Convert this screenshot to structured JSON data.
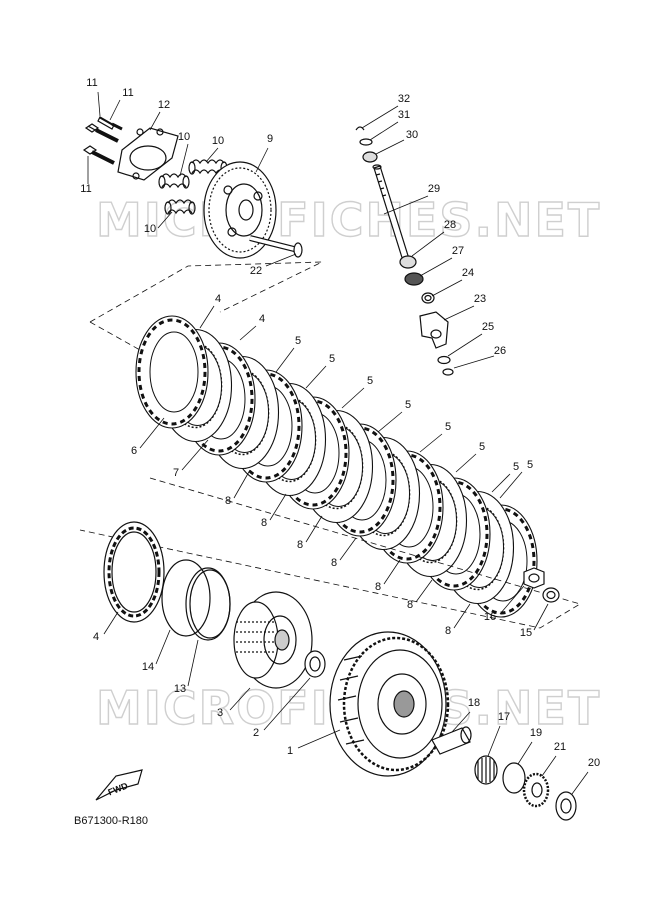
{
  "diagram": {
    "code": "B671300-R180",
    "fwd_label": "FWD",
    "watermark": "MICROFICHES.NET",
    "callouts": [
      {
        "id": "c11a",
        "text": "11"
      },
      {
        "id": "c11b",
        "text": "11"
      },
      {
        "id": "c11c",
        "text": "11"
      },
      {
        "id": "c12",
        "text": "12"
      },
      {
        "id": "c10a",
        "text": "10"
      },
      {
        "id": "c10b",
        "text": "10"
      },
      {
        "id": "c10c",
        "text": "10"
      },
      {
        "id": "c9",
        "text": "9"
      },
      {
        "id": "c22",
        "text": "22"
      },
      {
        "id": "c32",
        "text": "32"
      },
      {
        "id": "c31",
        "text": "31"
      },
      {
        "id": "c30",
        "text": "30"
      },
      {
        "id": "c29",
        "text": "29"
      },
      {
        "id": "c28",
        "text": "28"
      },
      {
        "id": "c27",
        "text": "27"
      },
      {
        "id": "c24",
        "text": "24"
      },
      {
        "id": "c23",
        "text": "23"
      },
      {
        "id": "c25",
        "text": "25"
      },
      {
        "id": "c26",
        "text": "26"
      },
      {
        "id": "c4a",
        "text": "4"
      },
      {
        "id": "c4b",
        "text": "4"
      },
      {
        "id": "c5a",
        "text": "5"
      },
      {
        "id": "c5b",
        "text": "5"
      },
      {
        "id": "c5c",
        "text": "5"
      },
      {
        "id": "c5d",
        "text": "5"
      },
      {
        "id": "c5e",
        "text": "5"
      },
      {
        "id": "c5f",
        "text": "5"
      },
      {
        "id": "c5g",
        "text": "5"
      },
      {
        "id": "c5h",
        "text": "5"
      },
      {
        "id": "c6",
        "text": "6"
      },
      {
        "id": "c7",
        "text": "7"
      },
      {
        "id": "c8a",
        "text": "8"
      },
      {
        "id": "c8b",
        "text": "8"
      },
      {
        "id": "c8c",
        "text": "8"
      },
      {
        "id": "c8d",
        "text": "8"
      },
      {
        "id": "c8e",
        "text": "8"
      },
      {
        "id": "c8f",
        "text": "8"
      },
      {
        "id": "c8g",
        "text": "8"
      },
      {
        "id": "c8h",
        "text": "8"
      },
      {
        "id": "c16",
        "text": "16"
      },
      {
        "id": "c15",
        "text": "15"
      },
      {
        "id": "c4c",
        "text": "4"
      },
      {
        "id": "c14",
        "text": "14"
      },
      {
        "id": "c13",
        "text": "13"
      },
      {
        "id": "c3",
        "text": "3"
      },
      {
        "id": "c2",
        "text": "2"
      },
      {
        "id": "c1",
        "text": "1"
      },
      {
        "id": "c18",
        "text": "18"
      },
      {
        "id": "c17",
        "text": "17"
      },
      {
        "id": "c19",
        "text": "19"
      },
      {
        "id": "c21",
        "text": "21"
      },
      {
        "id": "c20",
        "text": "20"
      }
    ]
  }
}
